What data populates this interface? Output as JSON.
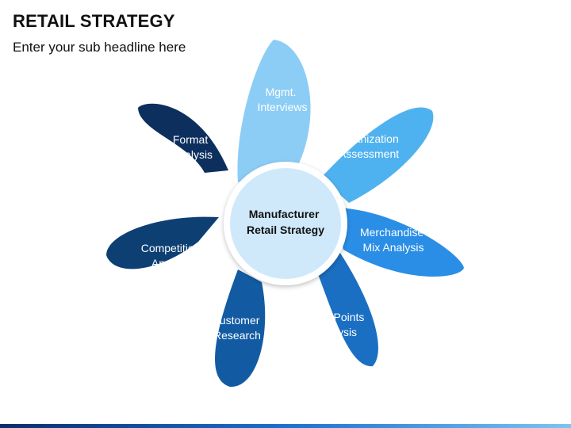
{
  "header": {
    "title": "RETAIL STRATEGY",
    "subtitle": "Enter your sub headline here"
  },
  "diagram": {
    "center": {
      "line1": "Manufacturer",
      "line2": "Retail Strategy",
      "color": "#cfe9fb"
    },
    "petals": [
      {
        "id": "mgmt",
        "lines": [
          "Mgmt.",
          "Interviews"
        ],
        "color": "#8ccdf6"
      },
      {
        "id": "organization",
        "lines": [
          "Organization",
          "Assessment"
        ],
        "color": "#4fb2f0"
      },
      {
        "id": "merchandise",
        "lines": [
          "Merchandise",
          "Mix Analysis"
        ],
        "color": "#2a8ee6"
      },
      {
        "id": "price-points",
        "lines": [
          "Price Points",
          "Analysis"
        ],
        "color": "#1a6fc2"
      },
      {
        "id": "customer",
        "lines": [
          "Customer",
          "Research"
        ],
        "color": "#125ba3"
      },
      {
        "id": "competition",
        "lines": [
          "Competition",
          "Analysis"
        ],
        "color": "#0d3f73"
      },
      {
        "id": "format",
        "lines": [
          "Format",
          "Analysis"
        ],
        "color": "#0c2f5e"
      }
    ]
  }
}
